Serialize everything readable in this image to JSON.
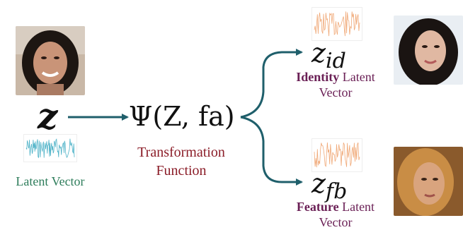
{
  "input": {
    "symbol": "z",
    "caption": "Latent Vector"
  },
  "transform": {
    "formula": "Ψ(Z, fa)",
    "caption_line1": "Transformation",
    "caption_line2": "Function"
  },
  "identity": {
    "symbol_main": "z",
    "symbol_sub": "id",
    "caption_bold": "Identity",
    "caption_rest": " Latent",
    "caption_line2": "Vector"
  },
  "feature": {
    "symbol_main": "z",
    "symbol_sub": "fb",
    "caption_bold": "Feature",
    "caption_rest": " Latent",
    "caption_line2": "Vector"
  },
  "colors": {
    "arrow": "#1f5f6b",
    "input_signal": "#4fb3c8",
    "output_signal": "#f0a978",
    "latent_caption": "#2e7d5b",
    "transform_caption": "#8b1d28",
    "output_caption": "#6a1f55"
  }
}
